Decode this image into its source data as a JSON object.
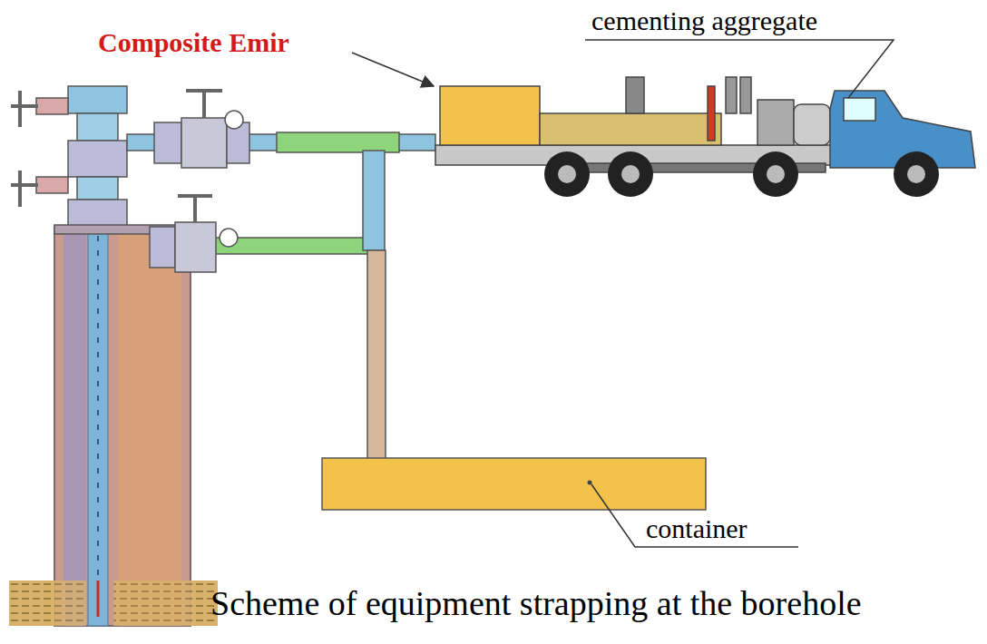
{
  "diagram": {
    "caption": "Scheme of equipment strapping at the borehole",
    "labels": [
      "Composite Emir",
      "cementing aggregate",
      "container"
    ]
  }
}
